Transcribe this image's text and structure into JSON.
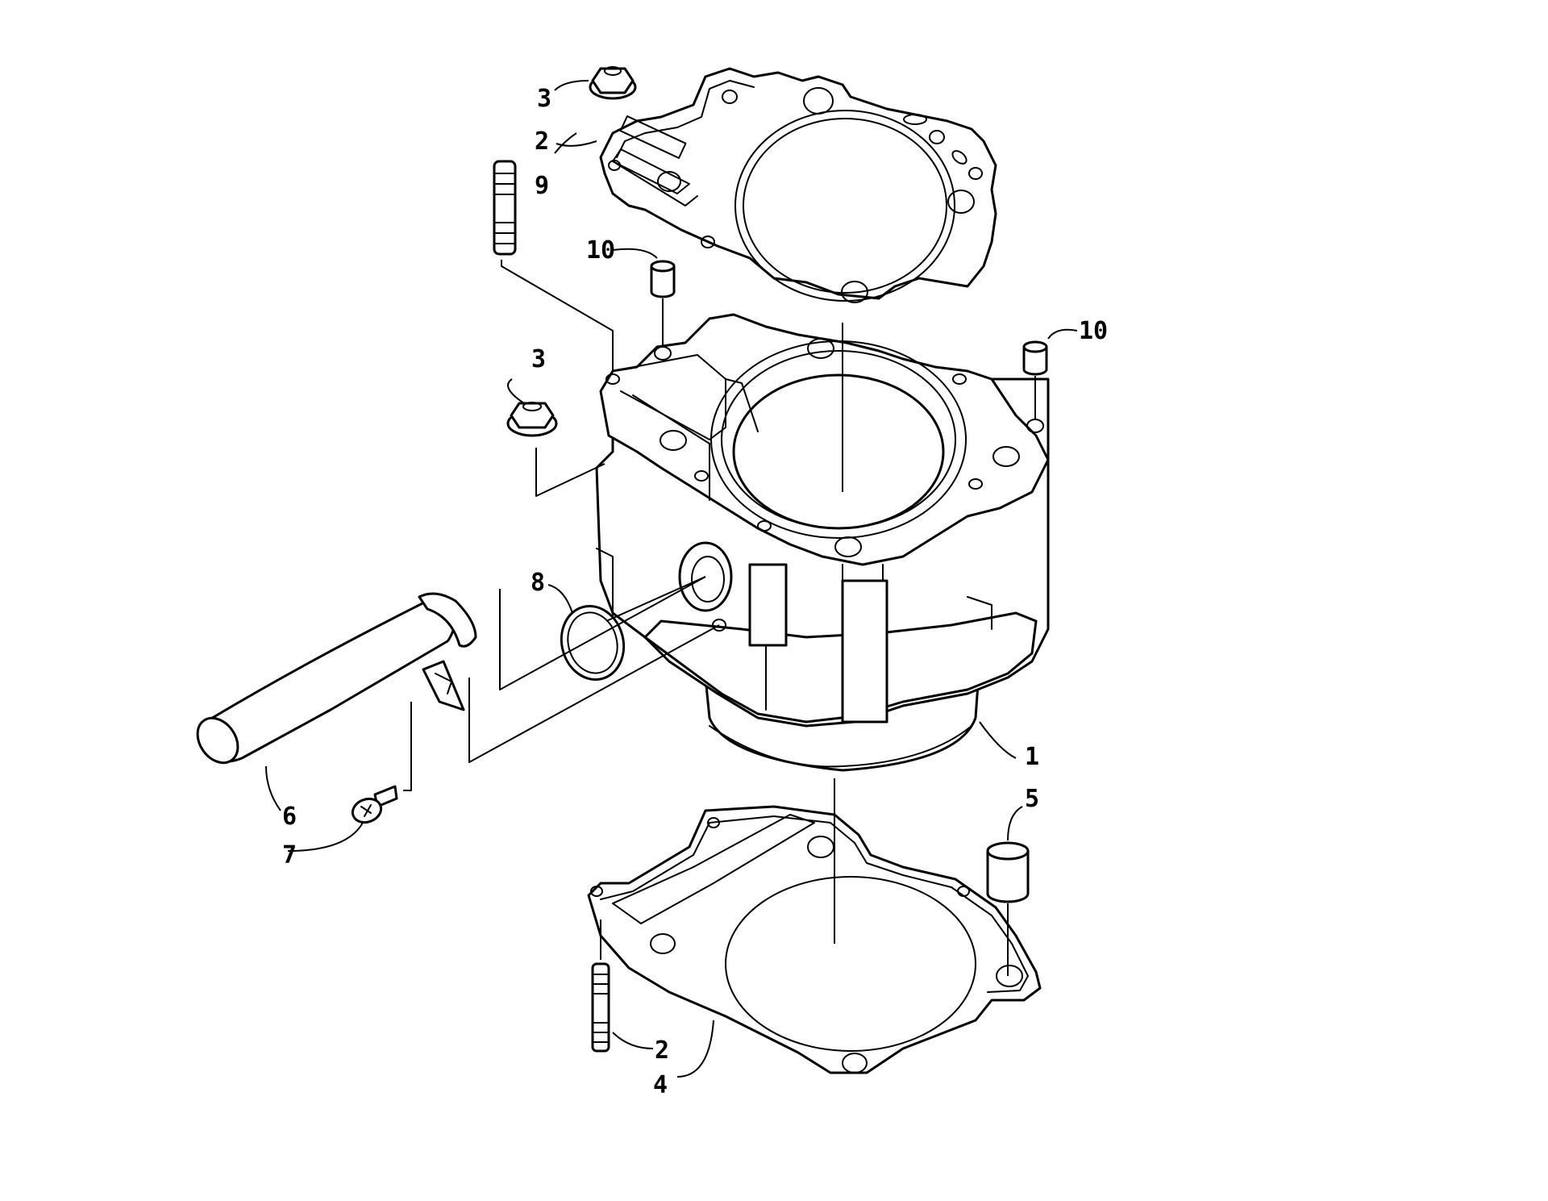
{
  "callouts": [
    {
      "id": "c3a",
      "text": "3"
    },
    {
      "id": "c2a",
      "text": "2"
    },
    {
      "id": "c9",
      "text": "9"
    },
    {
      "id": "c10a",
      "text": "10"
    },
    {
      "id": "c10b",
      "text": "10"
    },
    {
      "id": "c3b",
      "text": "3"
    },
    {
      "id": "c8",
      "text": "8"
    },
    {
      "id": "c1",
      "text": "1"
    },
    {
      "id": "c5",
      "text": "5"
    },
    {
      "id": "c6",
      "text": "6"
    },
    {
      "id": "c7",
      "text": "7"
    },
    {
      "id": "c2b",
      "text": "2"
    },
    {
      "id": "c4",
      "text": "4"
    }
  ],
  "colors": {
    "line": "#000000",
    "background": "#ffffff"
  }
}
